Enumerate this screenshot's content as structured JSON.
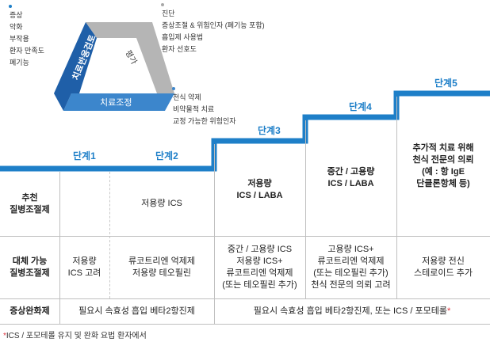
{
  "colors": {
    "accent": "#1e7fc8",
    "tri_dark": "#1f5fa8",
    "tri_mid": "#3c86cc",
    "tri_grey": "#b5b5b5",
    "bullet_blue": "#1e7fc8",
    "bullet_grey": "#a8a8a8",
    "asterisk": "#e0333c"
  },
  "cycle": {
    "left": "치료반응검토",
    "right": "평가",
    "bottom": "치료조정"
  },
  "lists": {
    "review": [
      "증상",
      "악화",
      "부작용",
      "환자 만족도",
      "폐기능"
    ],
    "assess": [
      "진단",
      "증상조절 & 위험인자 (폐기능 포함)",
      "흡입제 사용법",
      "환자 선호도"
    ],
    "adjust": [
      "천식 약제",
      "비약물적 치료",
      "교정 가능한 위험인자"
    ]
  },
  "steps": [
    "단계1",
    "단계2",
    "단계3",
    "단계4",
    "단계5"
  ],
  "rows": {
    "preferred": {
      "label_line1": "추천",
      "label_line2": "질병조절제",
      "s12": "저용량 ICS",
      "s3_line1": "저용량",
      "s3_line2": "ICS / LABA",
      "s4_line1": "중간 / 고용량",
      "s4_line2": "ICS / LABA",
      "s5_line1": "추가적 치료 위해",
      "s5_line2": "천식 전문의 의뢰",
      "s5_line3": "(예 : 항 IgE",
      "s5_line4": "단클론항체 등)"
    },
    "alternative": {
      "label_line1": "대체 가능",
      "label_line2": "질병조절제",
      "s1_line1": "저용량",
      "s1_line2": "ICS 고려",
      "s2_line1": "류코트리엔 억제제",
      "s2_line2": "저용량 테오필린",
      "s3_line1": "중간 / 고용량 ICS",
      "s3_line2": "저용량 ICS+",
      "s3_line3": "류코트리엔 억제제",
      "s3_line4": "(또는 테오필린 추가)",
      "s4_line1": "고용량 ICS+",
      "s4_line2": "류코트리엔 억제제",
      "s4_line3": "(또는 테오필린 추가)",
      "s4_line4": "천식 전문의 의뢰 고려",
      "s5_line1": "저용량 전신",
      "s5_line2": "스테로이드 추가"
    },
    "reliever": {
      "label": "증상완화제",
      "s12": "필요시 속효성 흡입 베타2항진제",
      "s345": "필요시 속효성 흡입 베타2항진제, 또는 ICS / 포모테롤",
      "asterisk": "*"
    }
  },
  "footnote": {
    "star": "*",
    "text": "ICS / 포모테롤 유지 및 완화 요법 환자에서"
  }
}
